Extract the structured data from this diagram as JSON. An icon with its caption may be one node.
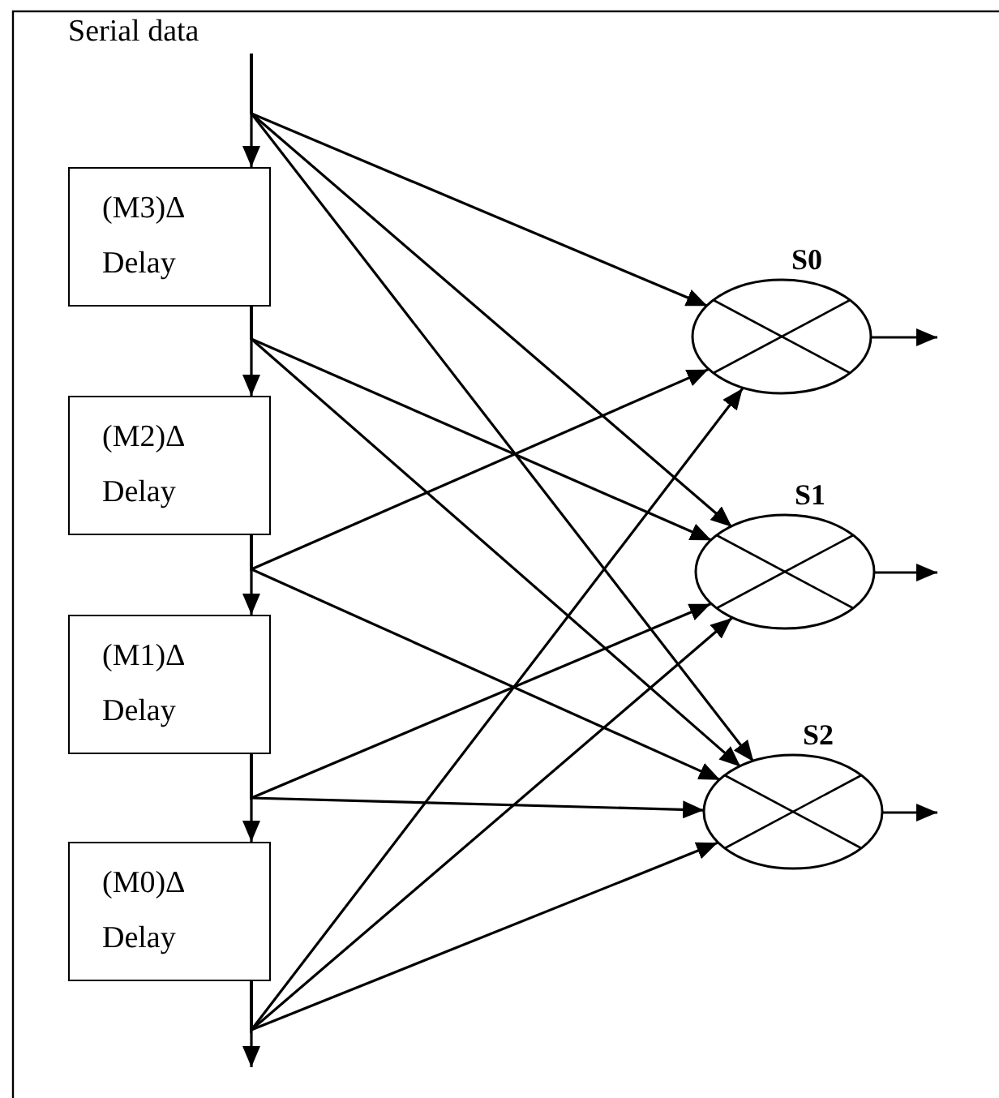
{
  "diagram": {
    "nodes": [
      {
        "text": [
          "Serial data"
        ]
      },
      {
        "text": [
          "(M3)Δ Delay"
        ]
      },
      {
        "text": [
          "(M2)Δ Delay"
        ]
      },
      {
        "text": [
          "(M1)Δ Delay"
        ]
      },
      {
        "text": [
          "(M0)Δ Delay"
        ]
      },
      {
        "text": [
          "S0"
        ]
      },
      {
        "text": [
          "S1"
        ]
      },
      {
        "text": [
          "S2"
        ]
      }
    ],
    "edges": [
      {
        "from": 0,
        "to": 1,
        "arrow": "to"
      },
      {
        "from": 0,
        "to": 5,
        "arrow": "to"
      },
      {
        "from": 0,
        "to": 6,
        "arrow": "to"
      },
      {
        "from": 0,
        "to": 7,
        "arrow": "to"
      },
      {
        "from": 1,
        "to": 2,
        "arrow": "to"
      },
      {
        "from": 1,
        "to": 6,
        "arrow": "to"
      },
      {
        "from": 1,
        "to": 7,
        "arrow": "to"
      },
      {
        "from": 2,
        "to": 3,
        "arrow": "to"
      },
      {
        "from": 2,
        "to": 5,
        "arrow": "to"
      },
      {
        "from": 2,
        "to": 7,
        "arrow": "to"
      },
      {
        "from": 3,
        "to": 4,
        "arrow": "to"
      },
      {
        "from": 3,
        "to": 6,
        "arrow": "to"
      },
      {
        "from": 3,
        "to": 7,
        "arrow": "to"
      },
      {
        "from": 4,
        "to": null,
        "arrow": "to"
      },
      {
        "from": 4,
        "to": 5,
        "arrow": "to"
      },
      {
        "from": 4,
        "to": 6,
        "arrow": "to"
      },
      {
        "from": 4,
        "to": 7,
        "arrow": "to"
      },
      {
        "from": 5,
        "to": null,
        "arrow": "to"
      },
      {
        "from": 6,
        "to": null,
        "arrow": "to"
      },
      {
        "from": 7,
        "to": null,
        "arrow": "to"
      }
    ]
  }
}
